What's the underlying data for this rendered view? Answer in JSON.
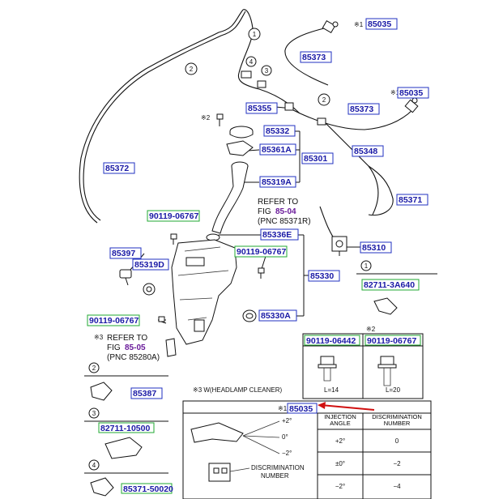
{
  "parts": {
    "p85035_top": "85035",
    "p85373_a": "85373",
    "p85035_mid": "85035",
    "p85355": "85355",
    "p85373_b": "85373",
    "p85332": "85332",
    "p85361A": "85361A",
    "p85301": "85301",
    "p85348": "85348",
    "p85372": "85372",
    "p85319A": "85319A",
    "p85371": "85371",
    "p90119_06767_a": "90119-06767",
    "p85336E": "85336E",
    "p85310": "85310",
    "p85397": "85397",
    "p90119_06767_b": "90119-06767",
    "p85319D": "85319D",
    "p85330": "85330",
    "p82711_3A640": "82711-3A640",
    "p90119_06767_c": "90119-06767",
    "p85330A": "85330A",
    "p90119_06442": "90119-06442",
    "p90119_06767_d": "90119-06767",
    "p85387": "85387",
    "p82711_10500": "82711-10500",
    "p85035_tbl": "85035",
    "p85371_50020": "85371-50020"
  },
  "marks": {
    "note1": "※1",
    "note2": "※2",
    "note3": "※3",
    "c1": "1",
    "c2": "2",
    "c3": "3",
    "c4": "4"
  },
  "refs": {
    "refer1_a": "REFER TO",
    "refer1_b": "FIG",
    "refer1_fig": "85-04",
    "refer1_pnc": "(PNC 85371R)",
    "refer2_a": "REFER TO",
    "refer2_b": "FIG",
    "refer2_fig": "85-05",
    "refer2_pnc": "(PNC 85280A)"
  },
  "bolt_table": {
    "len1": "L=14",
    "len2": "L=20",
    "L": "L"
  },
  "w_note": "※3 W(HEADLAMP CLEANER)",
  "nozzle_table": {
    "col1": "INJECTION ANGLE",
    "col2": "DISCRIMINATION NUMBER",
    "rows": [
      {
        "angle": "+2°",
        "num": "0"
      },
      {
        "angle": "±0°",
        "num": "−2"
      },
      {
        "angle": "−2°",
        "num": "−4"
      }
    ],
    "angle_top": "+2°",
    "angle_mid": "0°",
    "angle_bot": "−2°",
    "disc_label_1": "DISCRIMINATION",
    "disc_label_2": "NUMBER"
  },
  "colors": {
    "pn_text": "#1a1aa6",
    "pn_border": "#2030c0",
    "alt_border": "#22aa33",
    "arrow": "#d01010",
    "ref_fig": "#6a1b9a"
  }
}
